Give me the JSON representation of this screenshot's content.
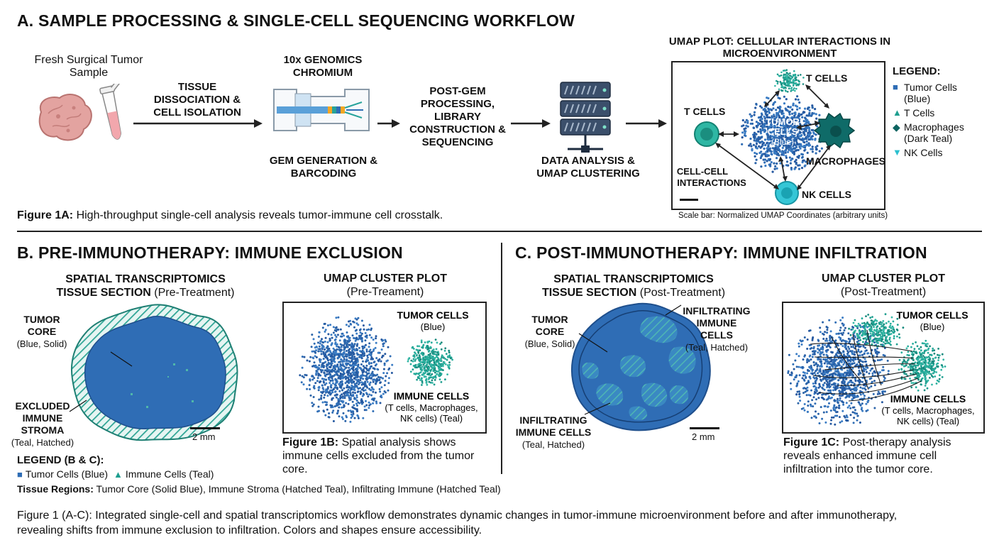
{
  "sectionA": {
    "title": "A. SAMPLE PROCESSING & SINGLE-CELL SEQUENCING WORKFLOW",
    "sample_label": "Fresh Surgical Tumor Sample",
    "step_dissociation": "TISSUE DISSOCIATION & CELL ISOLATION",
    "chromium_title": "10x GENOMICS CHROMIUM",
    "gem_label": "GEM GENERATION & BARCODING",
    "post_gem": "POST-GEM PROCESSING, LIBRARY CONSTRUCTION & SEQUENCING",
    "data_analysis": "DATA ANALYSIS & UMAP CLUSTERING",
    "caption_bold": "Figure 1A:",
    "caption_text": " High-throughput single-cell analysis reveals tumor-immune cell crosstalk.",
    "umap_title": "UMAP PLOT: CELLULAR INTERACTIONS IN MICROENVIRONMENT",
    "umap_labels": {
      "t_cells_top": "T CELLS",
      "t_cells_left": "T CELLS",
      "tumor_line1": "TUMOR",
      "tumor_line2": "CELLS",
      "tumor_line3": "(Blue)",
      "macrophages": "MACROPHAGES",
      "nk_cells": "NK CELLS",
      "interactions_line1": "CELL-CELL",
      "interactions_line2": "INTERACTIONS"
    },
    "scale_note": "Scale bar: Normalized UMAP Coordinates (arbitrary units)",
    "legend_title": "LEGEND:",
    "legend": [
      {
        "line1": "Tumor Cells",
        "line2": "(Blue)",
        "shape": "square",
        "color": "#2f6db5"
      },
      {
        "line1": "T Cells",
        "line2": "",
        "shape": "triangle",
        "color": "#1e9e8f"
      },
      {
        "line1": "Macrophages",
        "line2": "(Dark Teal)",
        "shape": "diamond",
        "color": "#0d6461"
      },
      {
        "line1": "NK Cells",
        "line2": "",
        "shape": "triangle-down",
        "color": "#2bc0cf"
      }
    ]
  },
  "sectionB": {
    "title": "B. PRE-IMMUNOTHERAPY: IMMUNE EXCLUSION",
    "spatial_title_line1": "SPATIAL TRANSCRIPTOMICS",
    "spatial_title_bold": "TISSUE SECTION",
    "spatial_title_normal": " (Pre-Treatment)",
    "tumor_core": "TUMOR CORE",
    "tumor_core_sub": "(Blue, Solid)",
    "excluded_line1": "EXCLUDED",
    "excluded_line2": "IMMUNE",
    "excluded_line3": "STROMA",
    "excluded_sub": "(Teal, Hatched)",
    "scale": "2 mm",
    "umap_title": "UMAP CLUSTER PLOT",
    "umap_sub": "(Pre-Treament)",
    "umap_tumor": "TUMOR CELLS",
    "umap_tumor_sub": "(Blue)",
    "umap_immune": "IMMUNE CELLS",
    "umap_immune_sub1": "(T cells, Macrophages,",
    "umap_immune_sub2": "NK cells) (Teal)",
    "caption_bold": "Figure 1B:",
    "caption_text": " Spatial analysis shows immune cells excluded from the tumor core.",
    "legend_title": "LEGEND (B & C):",
    "legend_tumor": "Tumor Cells (Blue)",
    "legend_immune": "Immune Cells (Teal)",
    "regions_bold": "Tissue Regions:",
    "regions_text": " Tumor Core (Solid Blue), Immune Stroma (Hatched Teal), Infiltrating Immune (Hatched Teal)"
  },
  "sectionC": {
    "title": "C. POST-IMMUNOTHERAPY: IMMUNE INFILTRATION",
    "spatial_title_line1": "SPATIAL TRANSCRIPTOMICS",
    "spatial_title_bold": "TISSUE SECTION",
    "spatial_title_normal": " (Post-Treatment)",
    "tumor_core": "TUMOR CORE",
    "tumor_core_sub": "(Blue, Solid)",
    "infil_top_line1": "INFILTRATING",
    "infil_top_line2": "IMMUNE CELLS",
    "infil_top_sub": "(Teal, Hatched)",
    "infil_bot_line1": "INFILTRATING",
    "infil_bot_line2": "IMMUNE CELLS",
    "infil_bot_sub": "(Teal, Hatched)",
    "scale": "2 mm",
    "umap_title": "UMAP CLUSTER PLOT",
    "umap_sub": "(Post-Treatment)",
    "umap_tumor": "TUMOR CELLS",
    "umap_tumor_sub": "(Blue)",
    "umap_immune": "IMMUNE CELLS",
    "umap_immune_sub1": "(T cells, Macrophages,",
    "umap_immune_sub2": "NK cells) (Teal)",
    "caption_bold": "Figure 1C:",
    "caption_text": " Post-therapy analysis reveals enhanced immune cell infiltration into the tumor core."
  },
  "footer": {
    "line1": "Figure 1 (A-C): Integrated single-cell and spatial transcriptomics workflow demonstrates dynamic changes in tumor-immune microenvironment before and after immunotherapy,",
    "line2": "revealing shifts from immune exclusion to infiltration. Colors and shapes ensure accessibility."
  },
  "colors": {
    "tumor_blue": "#2f6db5",
    "immune_teal": "#1e9e8f",
    "macrophage_dark_teal": "#0d6461",
    "nk_cyan": "#2bc0cf",
    "tissue_pink": "#e8a6a4"
  }
}
